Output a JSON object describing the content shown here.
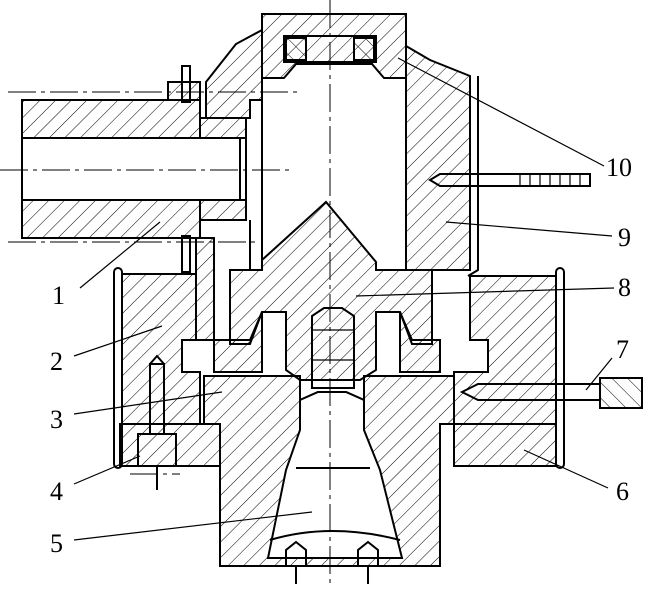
{
  "labels": {
    "1": "1",
    "2": "2",
    "3": "3",
    "4": "4",
    "5": "5",
    "6": "6",
    "7": "7",
    "8": "8",
    "9": "9",
    "10": "10"
  }
}
